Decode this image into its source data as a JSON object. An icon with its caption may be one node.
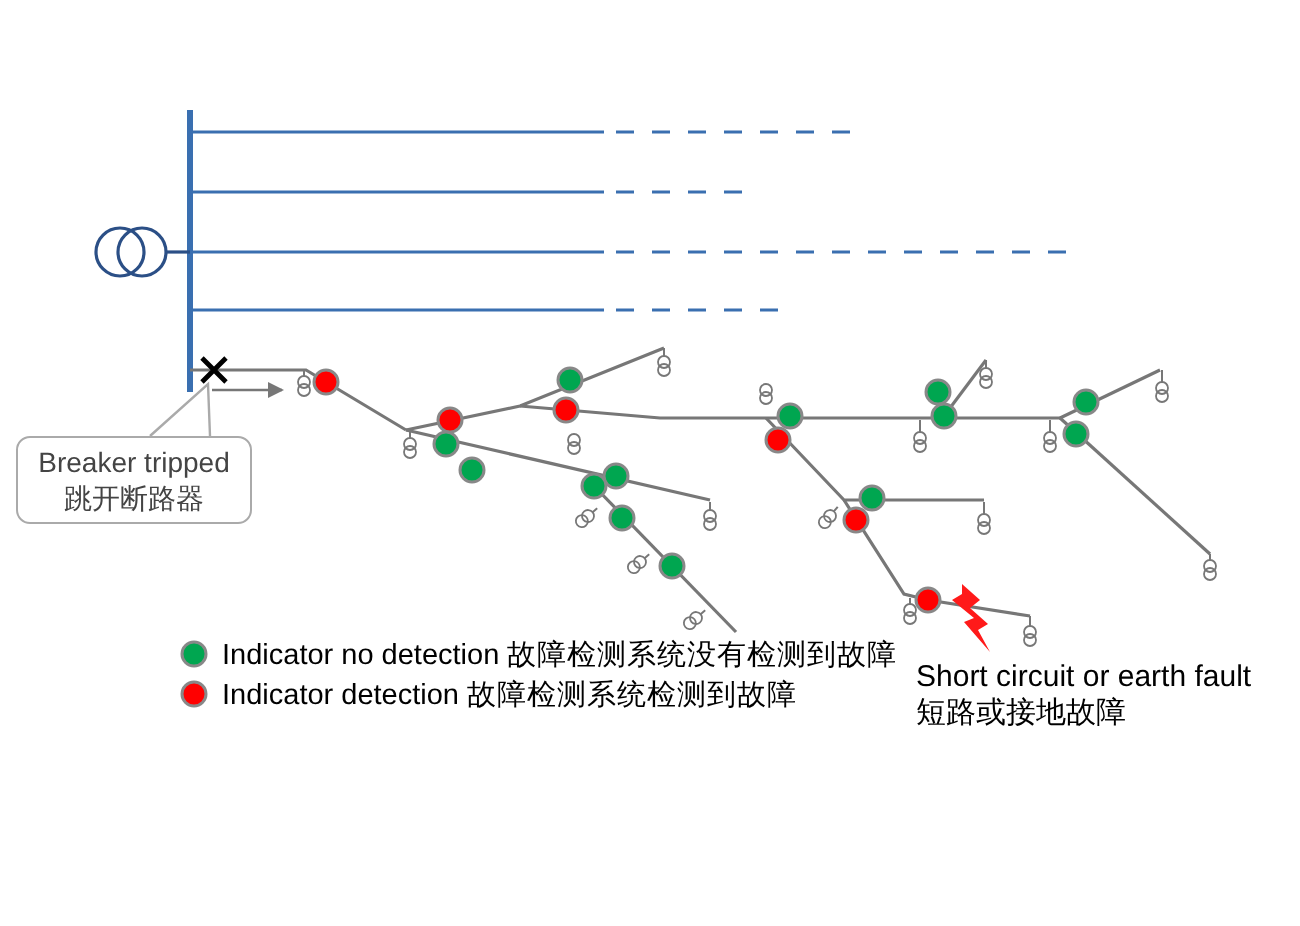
{
  "diagram": {
    "nodes": [
      {
        "text": [
          "Breaker tripped",
          "跳开断路器"
        ]
      },
      {
        "text": [],
        "shape": "cross"
      }
    ],
    "edges": [
      {
        "from": 0,
        "to": 1,
        "arrow": "none"
      }
    ],
    "labels": [
      "Short circuit or earth fault",
      "短路或接地故障"
    ],
    "legend": [
      {
        "text": "Indicator no detection 故障检测系统没有检测到故障",
        "color": "#00a650"
      },
      {
        "text": "Indicator detection 故障检测系统检测到故障",
        "color": "#ff0000"
      }
    ]
  }
}
